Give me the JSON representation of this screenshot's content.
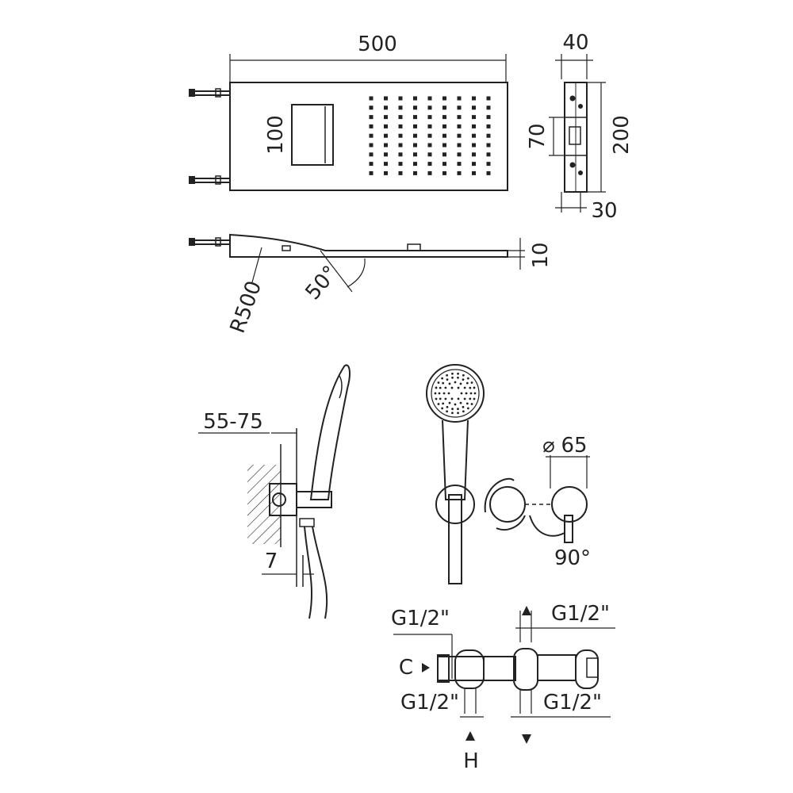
{
  "colors": {
    "ink": "#222222",
    "background": "#ffffff"
  },
  "views": {
    "head_front": {
      "dim_width": "500",
      "dim_window": "100",
      "nozzle_rows": 9,
      "nozzle_cols": 9
    },
    "head_side": {
      "dim_depth": "40",
      "dim_height": "200",
      "dim_inner": "70",
      "dim_bottom": "30"
    },
    "head_profile": {
      "dim_thickness": "10",
      "dim_radius": "R500",
      "dim_angle": "50°"
    },
    "hand_shower_side": {
      "dim_wall": "55-75",
      "dim_offset": "7"
    },
    "hand_shower_front": {
      "dim_diameter": "65",
      "diameter_symbol": "⌀",
      "dim_rotation": "90°"
    },
    "mixer_body": {
      "port_top_left": "G1/2\"",
      "port_top_right": "G1/2\"",
      "port_bottom_left": "G1/2\"",
      "port_bottom_right": "G1/2\"",
      "label_c": "C",
      "label_h": "H"
    }
  }
}
